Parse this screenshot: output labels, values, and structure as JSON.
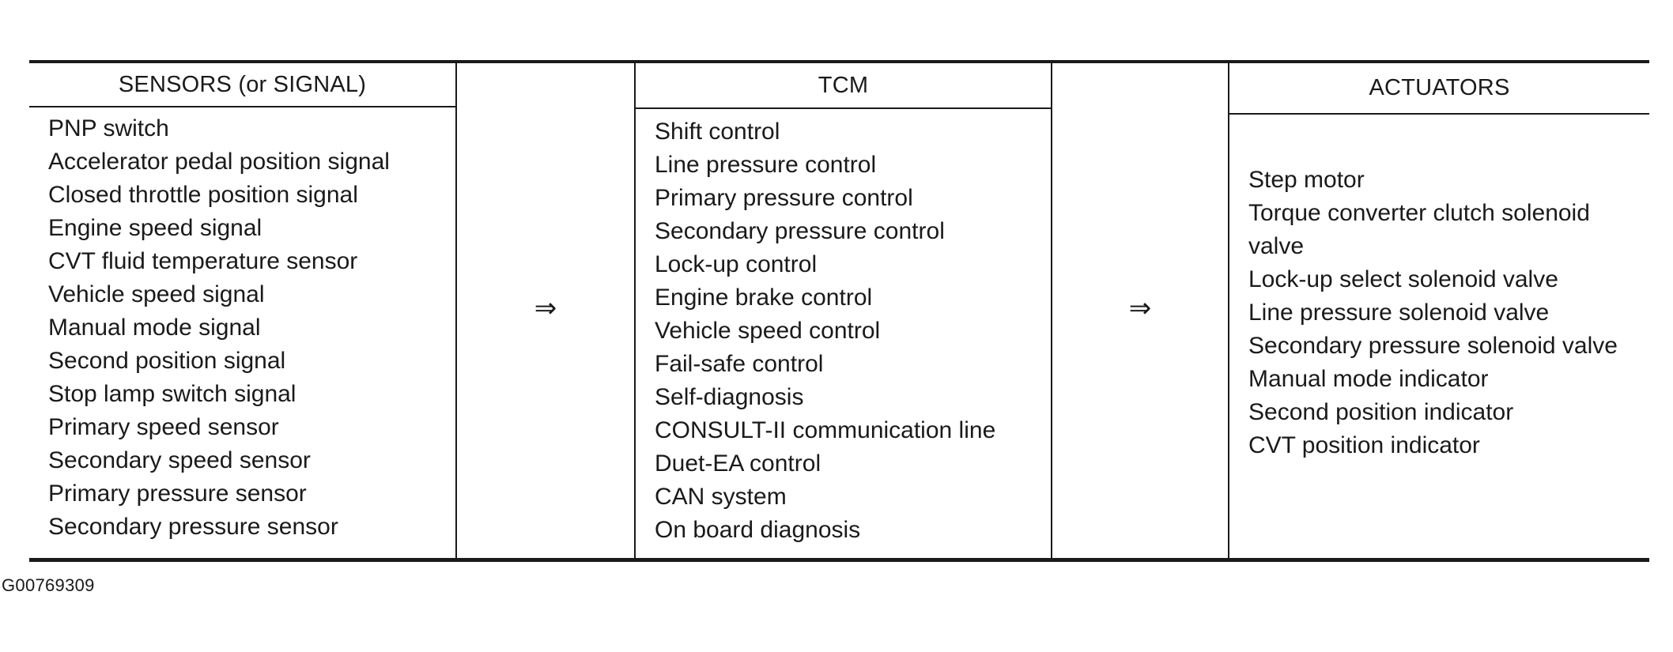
{
  "columns": {
    "sensors": {
      "header": "SENSORS (or SIGNAL)",
      "items": [
        "PNP switch",
        "Accelerator pedal position signal",
        "Closed throttle position signal",
        "Engine speed signal",
        "CVT fluid temperature sensor",
        "Vehicle speed signal",
        "Manual mode signal",
        "Second position signal",
        "Stop lamp switch signal",
        "Primary speed sensor",
        "Secondary speed sensor",
        "Primary pressure sensor",
        "Secondary pressure sensor"
      ]
    },
    "tcm": {
      "header": "TCM",
      "items": [
        "Shift control",
        "Line pressure control",
        "Primary pressure control",
        "Secondary pressure control",
        "Lock-up control",
        "Engine brake control",
        "Vehicle speed control",
        "Fail-safe control",
        "Self-diagnosis",
        "CONSULT-II communication line",
        "Duet-EA control",
        "CAN system",
        "On board diagnosis"
      ]
    },
    "actuators": {
      "header": "ACTUATORS",
      "items": [
        "Step motor",
        "Torque converter clutch solenoid valve",
        "Lock-up select solenoid valve",
        "Line pressure solenoid valve",
        "Secondary pressure solenoid valve",
        "Manual mode indicator",
        "Second position indicator",
        "CVT position indicator"
      ]
    }
  },
  "arrows": {
    "sensors_to_tcm": "⇒",
    "tcm_to_actuators": "⇒"
  },
  "figure_id": "G00769309"
}
